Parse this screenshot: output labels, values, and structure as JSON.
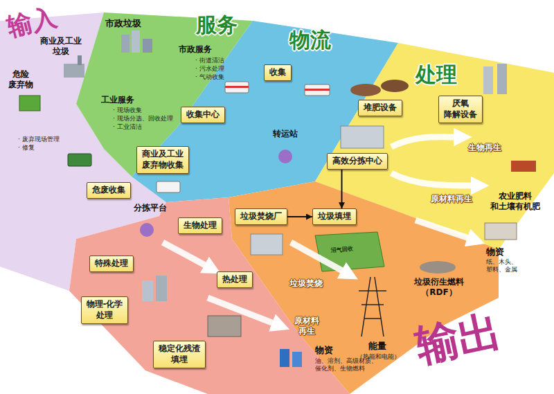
{
  "diagram": {
    "nodes": [
      {
        "text": [
          "收集"
        ]
      },
      {
        "text": [
          "收集中心"
        ]
      },
      {
        "text": [
          "商业及工业 废弃物收集"
        ]
      },
      {
        "text": [
          "危废收集"
        ]
      },
      {
        "text": [
          "生物处理"
        ]
      },
      {
        "text": [
          "特殊处理"
        ]
      },
      {
        "text": [
          "热处理"
        ]
      },
      {
        "text": [
          "物理-化学 处理"
        ]
      },
      {
        "text": [
          "稳定化残渣 填埋"
        ]
      },
      {
        "text": [
          "堆肥设备"
        ]
      },
      {
        "text": [
          "厌氧 降解设备"
        ]
      },
      {
        "text": [
          "高效分拣中心"
        ]
      },
      {
        "text": [
          "垃圾焚烧厂"
        ]
      },
      {
        "text": [
          "垃圾填埋"
        ]
      }
    ],
    "edges": [
      {
        "from": 11,
        "to": 13,
        "arrow": "to"
      },
      {
        "from": 12,
        "to": 13,
        "arrow": "to"
      }
    ],
    "labels": [
      "输入",
      "服务",
      "物流",
      "处理",
      "输出",
      "市政垃圾",
      "商业及工业 垃圾",
      "危险 废弃物",
      "市政服务",
      "· 街道清洁",
      "· 污水处理",
      "· 气动收集",
      "工业服务",
      "· 现场收集",
      "· 现场分选、回收处理",
      "· 工业清洁",
      "· 废弃现场管理",
      "· 修复",
      "转运站",
      "分拣平台",
      "原材料 再生",
      "物资",
      "油、溶剂、高级材质、 催化剂、生物燃料",
      "生物再生",
      "原材料再生",
      "沼气回收",
      "垃圾焚烧",
      "农业肥料 和土壤有机肥",
      "物资",
      "纸、木头、 塑料、金属",
      "垃圾衍生燃料 （RDF）",
      "能量",
      "（热能和电能）"
    ]
  }
}
